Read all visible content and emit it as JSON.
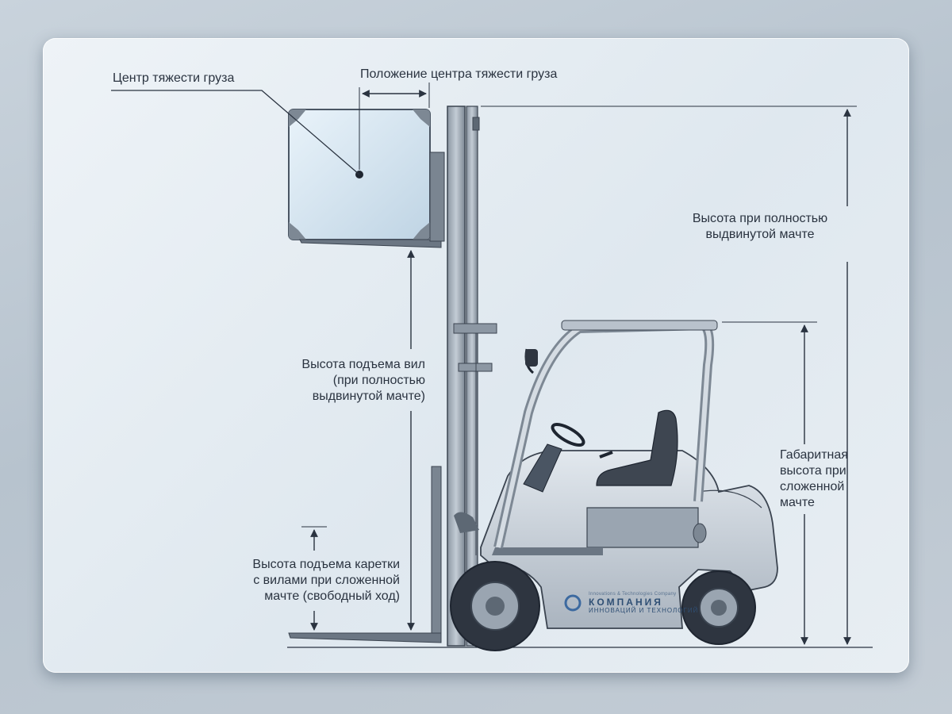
{
  "labels": {
    "load_center": "Центр тяжести груза",
    "load_center_position": "Положение центра тяжести груза",
    "max_height_line1": "Высота при полностью",
    "max_height_line2": "выдвинутой мачте",
    "lift_height_line1": "Высота подъема вил",
    "lift_height_line2": "(при полностью",
    "lift_height_line3": "выдвинутой мачте)",
    "overall_height_line1": "Габаритная",
    "overall_height_line2": "высота при",
    "overall_height_line3": "сложенной",
    "overall_height_line4": "мачте",
    "free_lift_line1": "Высота подъема каретки",
    "free_lift_line2": "с вилами при сложенной",
    "free_lift_line3": "мачте (свободный ход)"
  },
  "logo": {
    "tagline": "Innovations & Technologies Company",
    "name": "КОМПАНИЯ",
    "subname": "ИННОВАЦИЙ И ТЕХНОЛОГИЙ"
  },
  "colors": {
    "line": "#2a3340",
    "body": "#c9d1da",
    "dark": "#4a5563",
    "box": "#d6e6f1"
  }
}
